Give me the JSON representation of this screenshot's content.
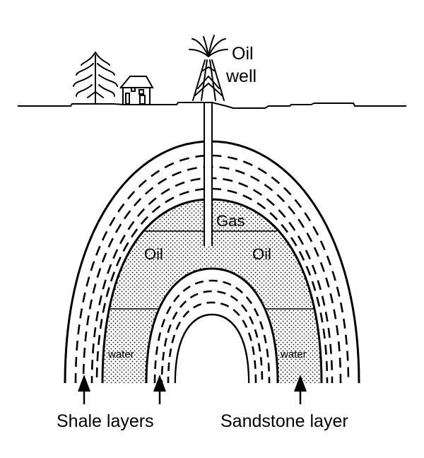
{
  "diagram": {
    "title": "Oil trap in an anticline",
    "colors": {
      "ink": "#000000",
      "background": "#ffffff",
      "stipple": "#000000"
    },
    "surface_features": [
      {
        "name": "tree",
        "icon": "tree-icon"
      },
      {
        "name": "house",
        "icon": "house-icon"
      },
      {
        "name": "oil derrick",
        "icon": "oil-derrick-icon"
      }
    ],
    "labels": {
      "oil_well_line1": "Oil",
      "oil_well_line2": "well",
      "gas": "Gas",
      "oil_left": "Oil",
      "oil_right": "Oil",
      "water_left": "water",
      "water_right": "water",
      "shale_layers": "Shale layers",
      "sandstone_layer": "Sandstone layer"
    },
    "layers": [
      {
        "name": "outer shale layer",
        "pattern": "dashed"
      },
      {
        "name": "sandstone reservoir",
        "pattern": "stippled",
        "zones": [
          "Gas",
          "Oil",
          "water"
        ]
      },
      {
        "name": "inner shale layer",
        "pattern": "dashed"
      }
    ]
  }
}
